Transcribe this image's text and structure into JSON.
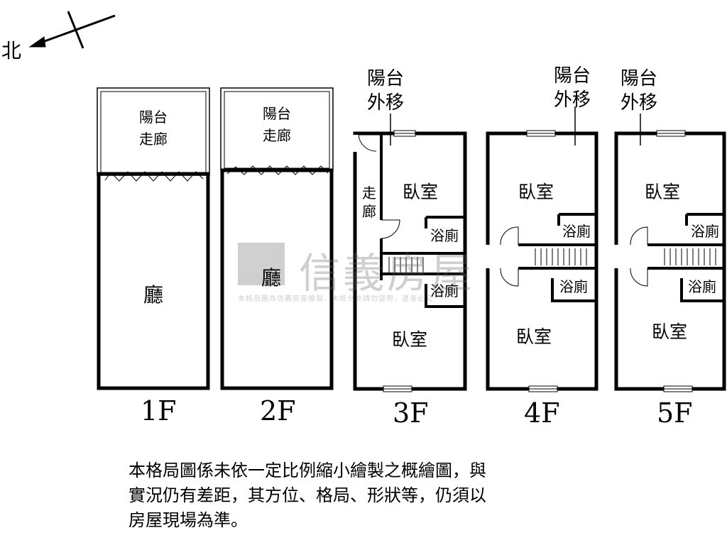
{
  "compass": {
    "label": "北"
  },
  "floors": [
    {
      "id": "1f",
      "label": "1F",
      "rooms": {
        "balcony": "陽台",
        "corridor": "走廊",
        "hall": "廳"
      }
    },
    {
      "id": "2f",
      "label": "2F",
      "rooms": {
        "balcony": "陽台",
        "corridor": "走廊",
        "hall": "廳"
      }
    },
    {
      "id": "3f",
      "label": "3F",
      "rooms": {
        "balcony_moved_1": "陽台",
        "balcony_moved_2": "外移",
        "corridor_1": "走",
        "corridor_2": "廊",
        "bedroom_top": "臥室",
        "bath_top": "浴廁",
        "bath_bottom": "浴廁",
        "bedroom_bottom": "臥室"
      }
    },
    {
      "id": "4f",
      "label": "4F",
      "rooms": {
        "balcony_moved_1": "陽台",
        "balcony_moved_2": "外移",
        "bedroom_top": "臥室",
        "bath_top": "浴廁",
        "bath_bottom": "浴廁",
        "bedroom_bottom": "臥室"
      }
    },
    {
      "id": "5f",
      "label": "5F",
      "rooms": {
        "balcony_moved_1": "陽台",
        "balcony_moved_2": "外移",
        "bedroom_top": "臥室",
        "bath_top": "浴廁",
        "bath_bottom": "浴廁",
        "bedroom_bottom": "臥室"
      }
    }
  ],
  "watermark": {
    "name": "信義房屋",
    "note": "本格局圖為信義房屋繪製．未經允許請勿盜用，違者必究"
  },
  "disclaimer": {
    "line1": "本格局圖係未依一定比例縮小繪製之概繪圖，與",
    "line2": "實況仍有差距，其方位、格局、形狀等，仍須以",
    "line3": "房屋現場為準。"
  }
}
